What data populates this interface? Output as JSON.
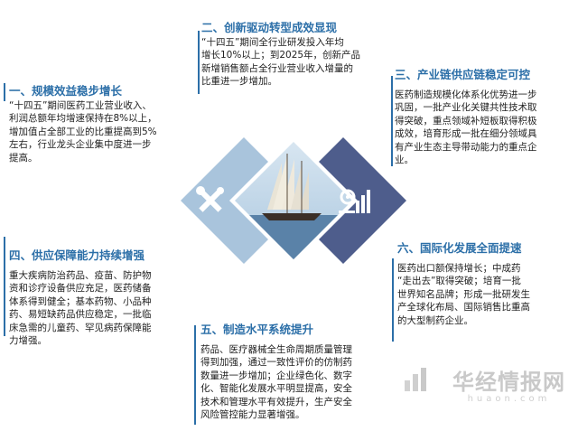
{
  "blocks": {
    "b1": {
      "title": "一、规模效益稳步增长",
      "lines": [
        "“十四五”期间医药工业营业收入、",
        "利润总额年均增速保持在8%以上，",
        "增加值占全部工业的比重提高到5%",
        "左右，行业龙头企业集中度进一步",
        "提高。"
      ]
    },
    "b2": {
      "title": "二、创新驱动转型成效显现",
      "lines": [
        "“十四五”期间全行业研发投入年均",
        "增长10%以上；到2025年，创新产品",
        "新增销售额占全行业营业收入增量的",
        "比重进一步增加。"
      ]
    },
    "b3": {
      "title": "三、产业链供应链稳定可控",
      "lines": [
        "医药制造规模化体系化优势进一步",
        "巩固，一批产业化关键共性技术取",
        "得突破，重点领域补短板取得积极",
        "成效，培育形成一批在细分领域具",
        "有产业生态主导带动能力的重点企",
        "业。"
      ]
    },
    "b4": {
      "title": "四、供应保障能力持续增强",
      "lines": [
        "重大疾病防治药品、疫苗、防护物",
        "资和诊疗设备供应充足，医药储备",
        "体系得到健全；基本药物、小品种",
        "药、易短缺药品供应稳定，一批临",
        "床急需的儿童药、罕见病药保障能",
        "力增强。"
      ]
    },
    "b5": {
      "title": "五、制造水平系统提升",
      "lines": [
        "药品、医疗器械全生命周期质量管理",
        "得到加强，通过一致性评价的仿制药",
        "数量进一步增加；企业绿色化、数字",
        "化、智能化发展水平明显提高，安全",
        "技术和管理水平有效提升，生产安全",
        "风险管控能力显著增强。"
      ]
    },
    "b6": {
      "title": "六、国际化发展全面提速",
      "lines": [
        "医药出口额保持增长；中成药",
        "“走出去”取得突破；培育一批",
        "世界知名品牌；形成一批研发生",
        "产全球化布局、国际销售比重高",
        "的大型制药企业。"
      ]
    }
  },
  "watermark": {
    "name": "华经情报网",
    "domain": "huaon.com"
  },
  "colors": {
    "title": "#2c6fa8",
    "diamond_left": "#a9c4dc",
    "diamond_right": "#4e5d8c",
    "diamond_center_sky": "#c9dceb"
  },
  "icons": [
    "tools-icon",
    "sailboat-image",
    "gear-chart-icon"
  ]
}
